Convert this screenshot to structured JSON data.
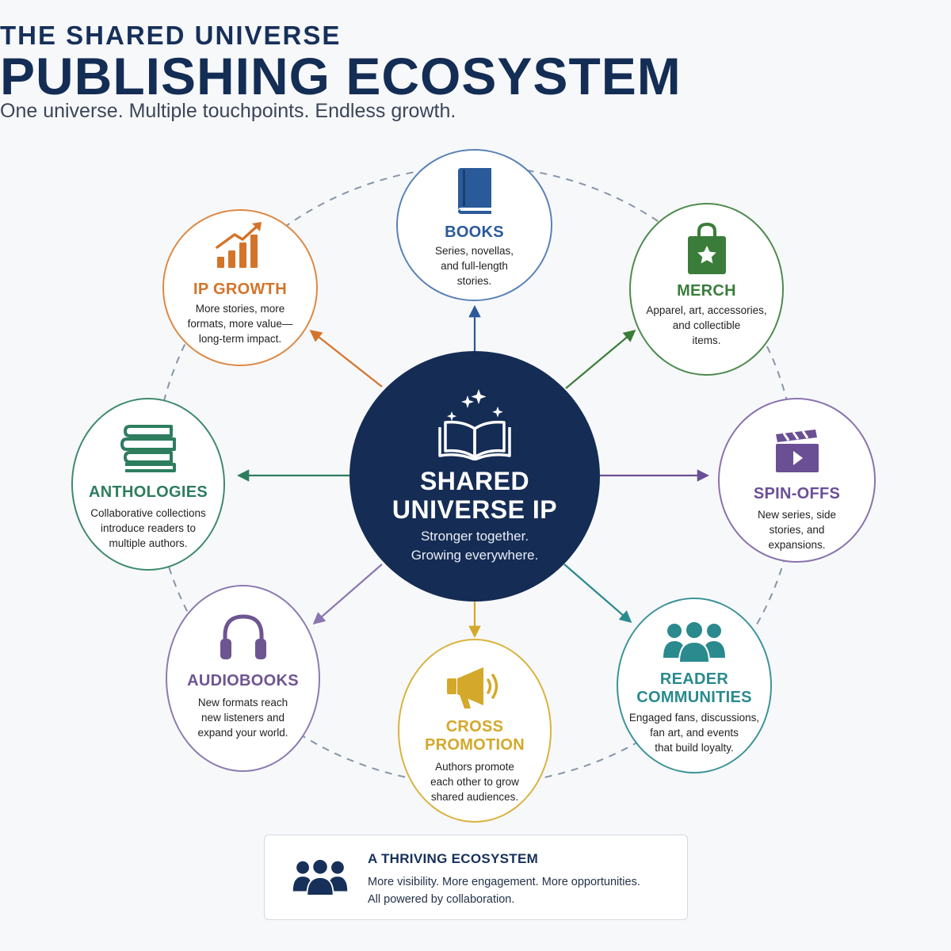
{
  "header": {
    "kicker": "THE SHARED UNIVERSE",
    "title": "PUBLISHING ECOSYSTEM",
    "tagline": "One universe. Multiple touchpoints. Endless growth."
  },
  "hub": {
    "title_line1": "SHARED",
    "title_line2": "UNIVERSE IP",
    "subtitle_line1": "Stronger together.",
    "subtitle_line2": "Growing everywhere.",
    "color": "#152c55",
    "icon": "open-book-sparkles-icon"
  },
  "nodes": {
    "books": {
      "label": "BOOKS",
      "desc": [
        "Series, novellas,",
        "and full-length",
        "stories."
      ],
      "color": "#2b5a9a",
      "icon": "book-icon"
    },
    "merch": {
      "label": "MERCH",
      "desc": [
        "Apparel, art, accessories,",
        "and collectible",
        "items."
      ],
      "color": "#3a7d3a",
      "icon": "shopping-bag-star-icon"
    },
    "spinoffs": {
      "label": "SPIN-OFFS",
      "desc": [
        "New series, side",
        "stories, and",
        "expansions."
      ],
      "color": "#6b4f94",
      "icon": "clapperboard-icon"
    },
    "communities": {
      "label_line1": "READER",
      "label_line2": "COMMUNITIES",
      "desc": [
        "Engaged fans, discussions,",
        "fan art, and events",
        "that build loyalty."
      ],
      "color": "#2a8a8e",
      "icon": "people-group-icon"
    },
    "promotion": {
      "label_line1": "CROSS",
      "label_line2": "PROMOTION",
      "desc": [
        "Authors promote",
        "each other to grow",
        "shared audiences."
      ],
      "color": "#d4a82a",
      "icon": "megaphone-icon"
    },
    "audiobooks": {
      "label": "AUDIOBOOKS",
      "desc": [
        "New formats reach",
        "new listeners and",
        "expand your world."
      ],
      "color": "#6d5592",
      "icon": "headphones-icon"
    },
    "anthologies": {
      "label": "ANTHOLOGIES",
      "desc": [
        "Collaborative collections",
        "introduce readers to",
        "multiple authors."
      ],
      "color": "#2e7d5f",
      "icon": "book-stack-icon"
    },
    "ipgrowth": {
      "label": "IP GROWTH",
      "desc": [
        "More stories, more",
        "formats, more value—",
        "long-term impact."
      ],
      "color": "#d4742a",
      "icon": "growth-chart-icon"
    }
  },
  "footer": {
    "title": "A THRIVING ECOSYSTEM",
    "line1": "More visibility. More engagement. More opportunities.",
    "line2": "All powered by collaboration.",
    "icon": "people-group-icon"
  },
  "colors": {
    "background": "#f7f8fa",
    "title": "#142d55",
    "dashed_ring": "#8795a8"
  }
}
